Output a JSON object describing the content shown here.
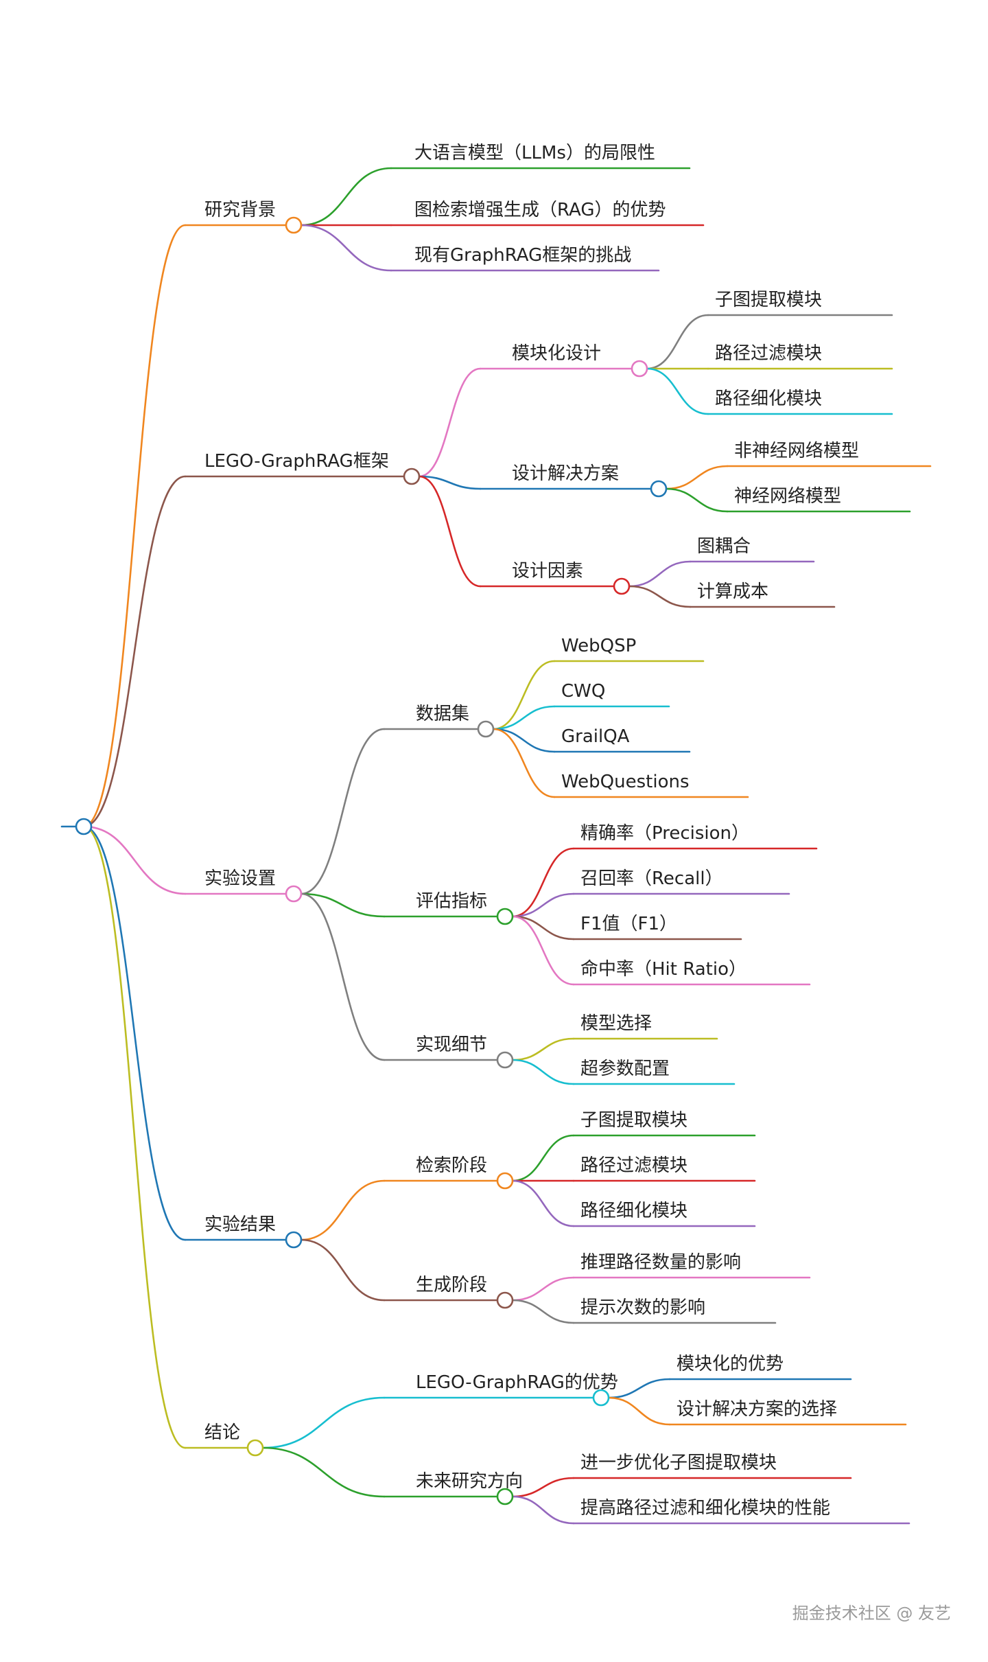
{
  "mindmap": {
    "root": "",
    "children": [
      {
        "label": "研究背景",
        "color": "#f0861f",
        "children": [
          {
            "label": "大语言模型（LLMs）的局限性",
            "color": "#2ca02c"
          },
          {
            "label": "图检索增强生成（RAG）的优势",
            "color": "#d62728"
          },
          {
            "label": "现有GraphRAG框架的挑战",
            "color": "#9467bd"
          }
        ]
      },
      {
        "label": "LEGO-GraphRAG框架",
        "color": "#8c564b",
        "children": [
          {
            "label": "模块化设计",
            "color": "#e377c2",
            "children": [
              {
                "label": "子图提取模块",
                "color": "#7f7f7f"
              },
              {
                "label": "路径过滤模块",
                "color": "#bcbd22"
              },
              {
                "label": "路径细化模块",
                "color": "#17becf"
              }
            ]
          },
          {
            "label": "设计解决方案",
            "color": "#1f77b4",
            "children": [
              {
                "label": "非神经网络模型",
                "color": "#f0861f"
              },
              {
                "label": "神经网络模型",
                "color": "#2ca02c"
              }
            ]
          },
          {
            "label": "设计因素",
            "color": "#d62728",
            "children": [
              {
                "label": "图耦合",
                "color": "#9467bd"
              },
              {
                "label": "计算成本",
                "color": "#8c564b"
              }
            ]
          }
        ]
      },
      {
        "label": "实验设置",
        "color": "#e377c2",
        "children": [
          {
            "label": "数据集",
            "color": "#7f7f7f",
            "children": [
              {
                "label": "WebQSP",
                "color": "#bcbd22"
              },
              {
                "label": "CWQ",
                "color": "#17becf"
              },
              {
                "label": "GrailQA",
                "color": "#1f77b4"
              },
              {
                "label": "WebQuestions",
                "color": "#f0861f"
              }
            ]
          },
          {
            "label": "评估指标",
            "color": "#2ca02c",
            "children": [
              {
                "label": "精确率（Precision）",
                "color": "#d62728"
              },
              {
                "label": "召回率（Recall）",
                "color": "#9467bd"
              },
              {
                "label": "F1值（F1）",
                "color": "#8c564b"
              },
              {
                "label": "命中率（Hit Ratio）",
                "color": "#e377c2"
              }
            ]
          },
          {
            "label": "实现细节",
            "color": "#7f7f7f",
            "children": [
              {
                "label": "模型选择",
                "color": "#bcbd22"
              },
              {
                "label": "超参数配置",
                "color": "#17becf"
              }
            ]
          }
        ]
      },
      {
        "label": "实验结果",
        "color": "#1f77b4",
        "children": [
          {
            "label": "检索阶段",
            "color": "#f0861f",
            "children": [
              {
                "label": "子图提取模块",
                "color": "#2ca02c"
              },
              {
                "label": "路径过滤模块",
                "color": "#d62728"
              },
              {
                "label": "路径细化模块",
                "color": "#9467bd"
              }
            ]
          },
          {
            "label": "生成阶段",
            "color": "#8c564b",
            "children": [
              {
                "label": "推理路径数量的影响",
                "color": "#e377c2"
              },
              {
                "label": "提示次数的影响",
                "color": "#7f7f7f"
              }
            ]
          }
        ]
      },
      {
        "label": "结论",
        "color": "#bcbd22",
        "children": [
          {
            "label": "LEGO-GraphRAG的优势",
            "color": "#17becf",
            "children": [
              {
                "label": "模块化的优势",
                "color": "#1f77b4"
              },
              {
                "label": "设计解决方案的选择",
                "color": "#f0861f"
              }
            ]
          },
          {
            "label": "未来研究方向",
            "color": "#2ca02c",
            "children": [
              {
                "label": "进一步优化子图提取模块",
                "color": "#d62728"
              },
              {
                "label": "提高路径过滤和细化模块的性能",
                "color": "#9467bd"
              }
            ]
          }
        ]
      }
    ]
  },
  "watermark": "掘金技术社区 @ 友艺"
}
